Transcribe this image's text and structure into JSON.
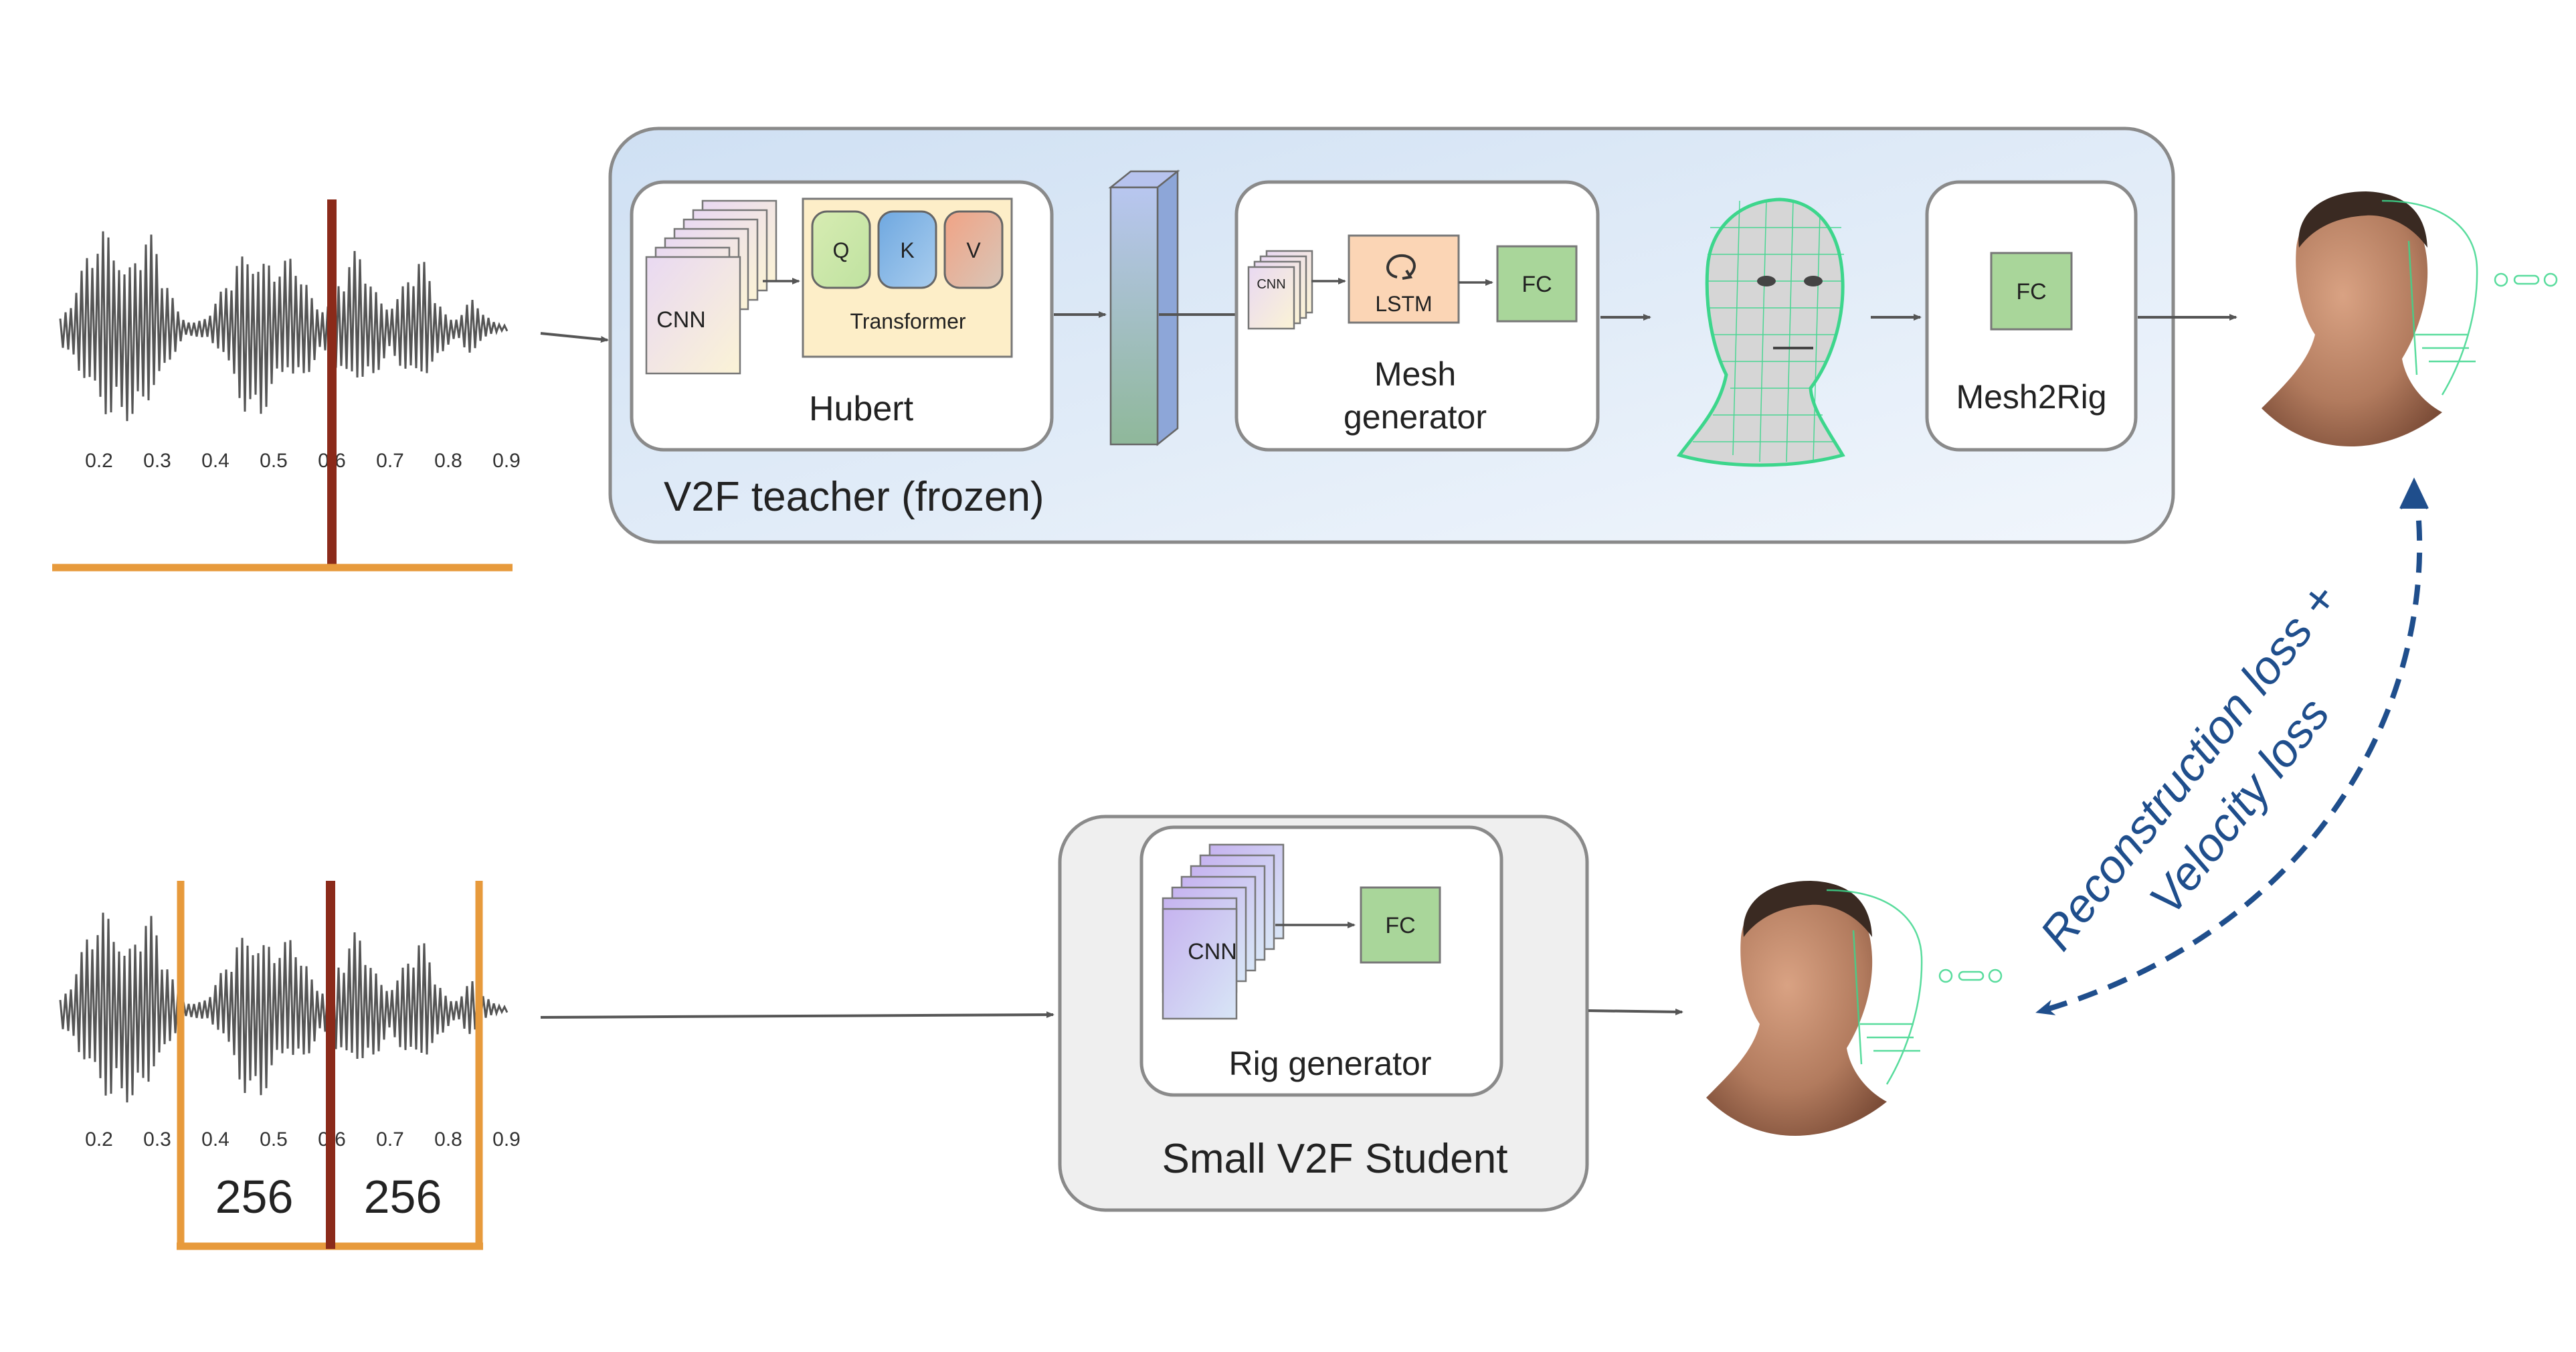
{
  "teacher": {
    "title": "V2F teacher (frozen)",
    "hubert_label": "Hubert",
    "cnn_label": "CNN",
    "transformer_label": "Transformer",
    "qkv": [
      "Q",
      "K",
      "V"
    ],
    "mesh_cnn_label": "CNN",
    "lstm_label": "LSTM",
    "fc_label": "FC",
    "mesh_label_line1": "Mesh",
    "mesh_label_line2": "generator",
    "mesh2rig_fc_label": "FC",
    "mesh2rig_label": "Mesh2Rig"
  },
  "student": {
    "title": "Small V2F Student",
    "cnn_label": "CNN",
    "fc_label": "FC",
    "rig_label": "Rig generator"
  },
  "waveform": {
    "ticks": [
      "0.2",
      "0.3",
      "0.4",
      "0.5",
      "0.6",
      "0.7",
      "0.8",
      "0.9"
    ]
  },
  "windows": [
    "256",
    "256"
  ],
  "loss": {
    "line1": "Reconstruction loss +",
    "line2": "Velocity loss"
  },
  "colors": {
    "teacher_fill": "#dce9f6",
    "student_fill": "#efefef",
    "orange": "#e79a3c",
    "marker": "#8b2a1a",
    "fc_fill": "#a9d69a",
    "lstm_fill": "#fbd5b5",
    "transformer_fill": "#fdeec8",
    "loss_blue": "#1f4e8c",
    "wave": "#555555",
    "mesh_green": "#3dd68c",
    "skin": "#b27b5e"
  }
}
